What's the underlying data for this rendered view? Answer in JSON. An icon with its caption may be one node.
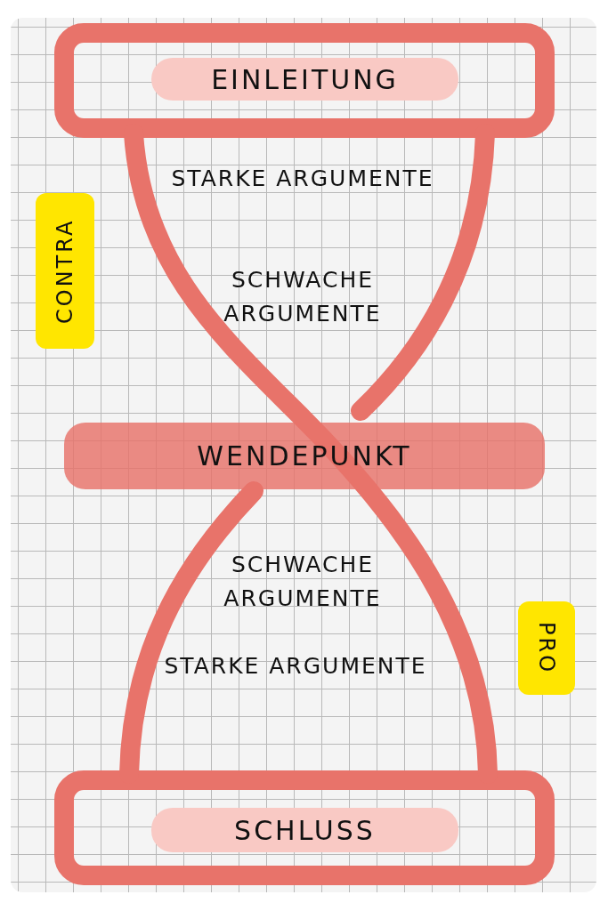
{
  "diagram": {
    "nodes": [
      {
        "text": [
          "EINLEITUNG"
        ]
      },
      {
        "text": [
          "WENDEPUNKT"
        ]
      },
      {
        "text": [
          "SCHLUSS"
        ]
      },
      {
        "text": [
          "CONTRA"
        ]
      },
      {
        "text": [
          "PRO"
        ]
      }
    ],
    "labels": [
      "STARKE ARGUMENTE",
      "SCHWACHE ARGUMENTE",
      "SCHWACHE ARGUMENTE",
      "STARKE ARGUMENTE"
    ]
  }
}
